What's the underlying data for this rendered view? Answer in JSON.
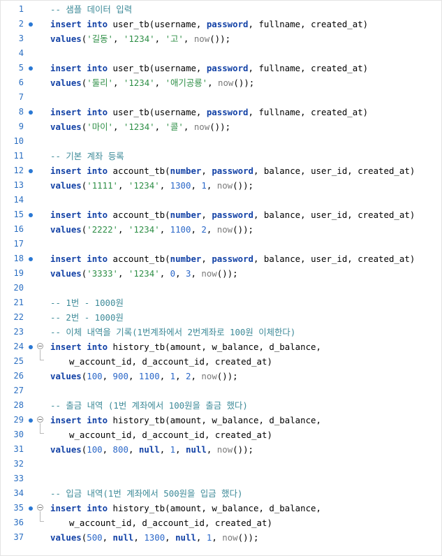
{
  "lines": [
    {
      "n": "1",
      "comment": "-- 샘플 데이터 입력"
    },
    {
      "n": "2",
      "marker": true,
      "kw1": "insert",
      "kw2": "into",
      "table": "user_tb",
      "cols": [
        "username",
        "password",
        "fullname",
        "created_at"
      ]
    },
    {
      "n": "3",
      "vals": [
        "'길동'",
        "'1234'",
        "'고'"
      ],
      "now": "now"
    },
    {
      "n": "4"
    },
    {
      "n": "5",
      "marker": true,
      "kw1": "insert",
      "kw2": "into",
      "table": "user_tb",
      "cols": [
        "username",
        "password",
        "fullname",
        "created_at"
      ]
    },
    {
      "n": "6",
      "vals": [
        "'둘리'",
        "'1234'",
        "'애기공룡'"
      ],
      "now": "now"
    },
    {
      "n": "7"
    },
    {
      "n": "8",
      "marker": true,
      "kw1": "insert",
      "kw2": "into",
      "table": "user_tb",
      "cols": [
        "username",
        "password",
        "fullname",
        "created_at"
      ]
    },
    {
      "n": "9",
      "vals": [
        "'마이'",
        "'1234'",
        "'콜'"
      ],
      "now": "now"
    },
    {
      "n": "10"
    },
    {
      "n": "11",
      "comment": "-- 기본 계좌 등록"
    },
    {
      "n": "12",
      "marker": true,
      "kw1": "insert",
      "kw2": "into",
      "table": "account_tb",
      "cols": [
        "number",
        "password",
        "balance",
        "user_id",
        "created_at"
      ]
    },
    {
      "n": "13",
      "vals": [
        "'1111'",
        "'1234'",
        "1300",
        "1"
      ],
      "now": "now"
    },
    {
      "n": "14"
    },
    {
      "n": "15",
      "marker": true,
      "kw1": "insert",
      "kw2": "into",
      "table": "account_tb",
      "cols": [
        "number",
        "password",
        "balance",
        "user_id",
        "created_at"
      ]
    },
    {
      "n": "16",
      "vals": [
        "'2222'",
        "'1234'",
        "1100",
        "2"
      ],
      "now": "now"
    },
    {
      "n": "17"
    },
    {
      "n": "18",
      "marker": true,
      "kw1": "insert",
      "kw2": "into",
      "table": "account_tb",
      "cols": [
        "number",
        "password",
        "balance",
        "user_id",
        "created_at"
      ]
    },
    {
      "n": "19",
      "vals": [
        "'3333'",
        "'1234'",
        "0",
        "3"
      ],
      "now": "now"
    },
    {
      "n": "20"
    },
    {
      "n": "21",
      "comment": "-- 1번 - 1000원"
    },
    {
      "n": "22",
      "comment": "-- 2번 - 1000원"
    },
    {
      "n": "23",
      "comment": "-- 이체 내역을 기록(1번계좌에서 2번계좌로 100원 이체한다)"
    },
    {
      "n": "24",
      "marker": true,
      "fold": true,
      "kw1": "insert",
      "kw2": "into",
      "table": "history_tb",
      "cols": [
        "amount",
        "w_balance",
        "d_balance,"
      ],
      "open": true
    },
    {
      "n": "25",
      "guide": true,
      "cont": "w_account_id, d_account_id, created_at)"
    },
    {
      "n": "26",
      "vals": [
        "100",
        "900",
        "1100",
        "1",
        "2"
      ],
      "now": "now"
    },
    {
      "n": "27"
    },
    {
      "n": "28",
      "comment": "-- 출금 내역 (1번 계좌에서 100원을 출금 했다)"
    },
    {
      "n": "29",
      "marker": true,
      "fold": true,
      "kw1": "insert",
      "kw2": "into",
      "table": "history_tb",
      "cols": [
        "amount",
        "w_balance",
        "d_balance,"
      ],
      "open": true
    },
    {
      "n": "30",
      "guide": true,
      "cont": "w_account_id, d_account_id, created_at)"
    },
    {
      "n": "31",
      "vals": [
        "100",
        "800",
        "null",
        "1",
        "null"
      ],
      "now": "now"
    },
    {
      "n": "32"
    },
    {
      "n": "33"
    },
    {
      "n": "34",
      "comment": "-- 입금 내역(1번 계좌에서 500원을 입금 했다)"
    },
    {
      "n": "35",
      "marker": true,
      "fold": true,
      "kw1": "insert",
      "kw2": "into",
      "table": "history_tb",
      "cols": [
        "amount",
        "w_balance",
        "d_balance,"
      ],
      "open": true
    },
    {
      "n": "36",
      "guide": true,
      "cont": "w_account_id, d_account_id, created_at)"
    },
    {
      "n": "37",
      "vals": [
        "500",
        "null",
        "1300",
        "null",
        "1"
      ],
      "now": "now"
    }
  ],
  "keywords": {
    "values": "values",
    "null": "null"
  }
}
